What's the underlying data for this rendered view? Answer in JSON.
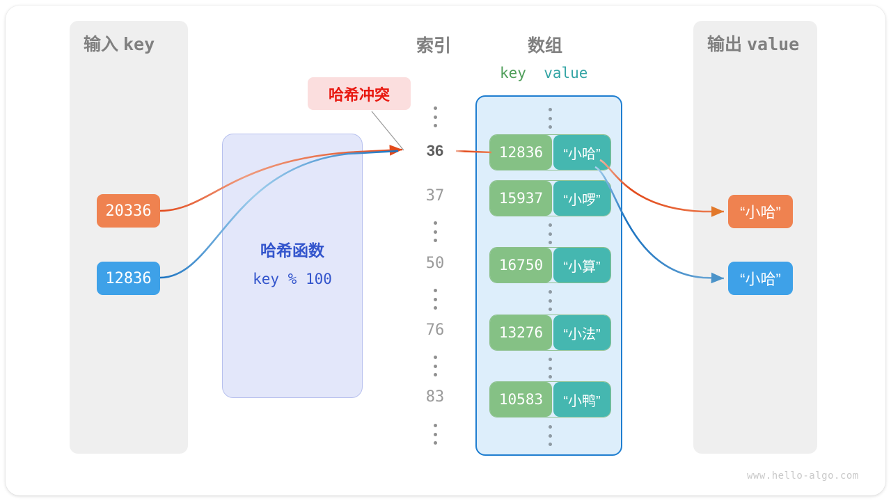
{
  "diagram": {
    "title": "hash-collision-diagram",
    "watermark": "www.hello-algo.com"
  },
  "panels": {
    "input": {
      "label_cn": "输入",
      "label_mono": "key"
    },
    "output": {
      "label_cn": "输出",
      "label_mono": "value"
    }
  },
  "headers": {
    "index": "索引",
    "array": "数组",
    "key": "key",
    "value": "value"
  },
  "collision": {
    "label": "哈希冲突"
  },
  "hash_function": {
    "title": "哈希函数",
    "expression": "key % 100"
  },
  "input_keys": [
    {
      "value": "20336",
      "color": "#ef8250"
    },
    {
      "value": "12836",
      "color": "#3ea1e8"
    }
  ],
  "output_values": [
    {
      "value": "“小哈”",
      "color": "#ef8250"
    },
    {
      "value": "“小哈”",
      "color": "#3ea1e8"
    }
  ],
  "indices": [
    {
      "label": "⋮",
      "kind": "dots"
    },
    {
      "label": "36",
      "kind": "number",
      "active": true
    },
    {
      "label": "37",
      "kind": "number",
      "active": false
    },
    {
      "label": "⋮",
      "kind": "dots"
    },
    {
      "label": "50",
      "kind": "number",
      "active": false
    },
    {
      "label": "⋮",
      "kind": "dots"
    },
    {
      "label": "76",
      "kind": "number",
      "active": false
    },
    {
      "label": "⋮",
      "kind": "dots"
    },
    {
      "label": "83",
      "kind": "number",
      "active": false
    },
    {
      "label": "⋮",
      "kind": "dots"
    }
  ],
  "buckets": [
    {
      "index": "36",
      "key": "12836",
      "value": "“小哈”"
    },
    {
      "index": "37",
      "key": "15937",
      "value": "“小啰”"
    },
    {
      "index": "50",
      "key": "16750",
      "value": "“小算”"
    },
    {
      "index": "76",
      "key": "13276",
      "value": "“小法”"
    },
    {
      "index": "83",
      "key": "10583",
      "value": "“小鸭”"
    }
  ],
  "colors": {
    "orange": "#ef8250",
    "orange_arrow": "#e2491a",
    "blue": "#3ea1e8",
    "blue_arrow": "#1a72c0",
    "green_key": "#85c185",
    "teal_value": "#45b7b0",
    "array_border": "#1f7ed0",
    "array_fill": "#ddeefb",
    "hash_fill": "#e3e7fa",
    "hash_text": "#3355cc",
    "collision_bg": "#fbdede",
    "collision_text": "#e8170f",
    "panel_bg": "#efefef",
    "panel_text": "#808080"
  }
}
